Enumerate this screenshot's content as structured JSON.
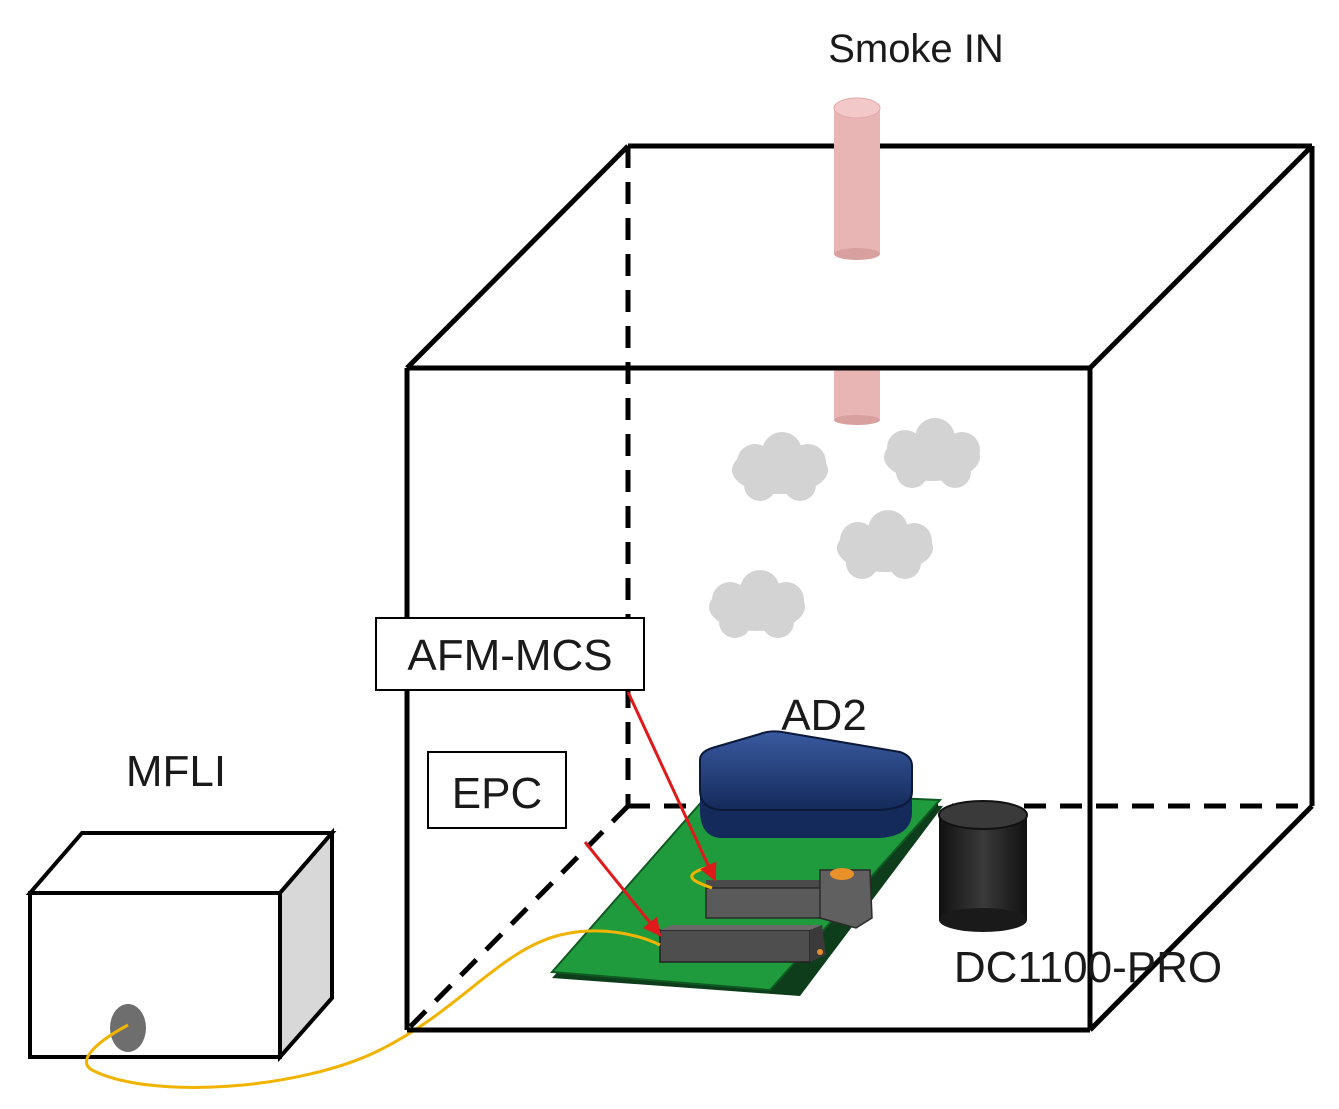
{
  "labels": {
    "smoke_in": "Smoke IN",
    "afm_mcs": "AFM-MCS",
    "ad2": "AD2",
    "epc": "EPC",
    "mfli": "MFLI",
    "dc1100_pro": "DC1100-PRO"
  },
  "colors": {
    "outline": "#000000",
    "smoke_pipe": "#e8b4b4",
    "smoke_cloud": "#d3d3d3",
    "pcb": "#1f9a3c",
    "ad2_box": "#1f3a78",
    "sensor": "#5a5a5a",
    "sensor_dot": "#e8902a",
    "cable": "#f0b400",
    "arrow": "#e0191b",
    "dc1100_body": "#1e1e1e",
    "mfli_front": "#ffffff",
    "mfli_side": "#d8d8d8"
  }
}
